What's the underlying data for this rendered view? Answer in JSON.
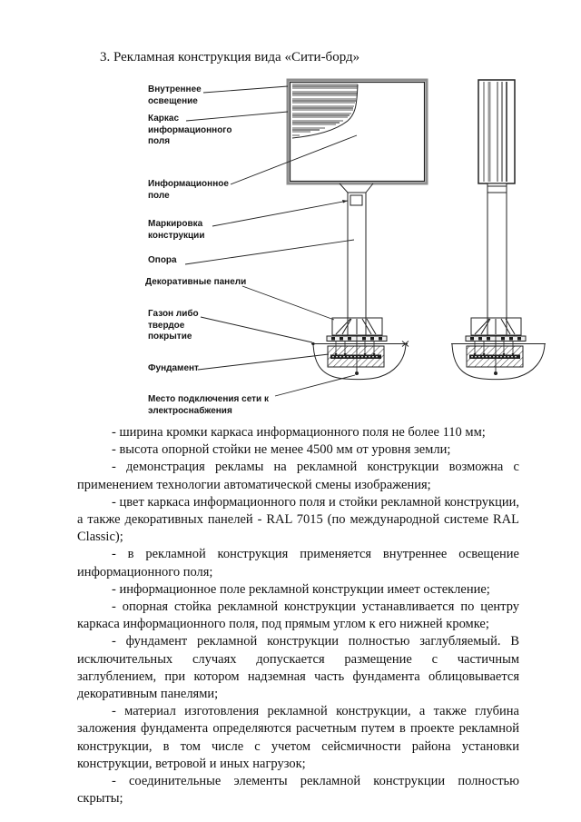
{
  "document": {
    "title": "3. Рекламная конструкция вида «Сити-борд»",
    "diagram": {
      "views": [
        "front-view",
        "side-view"
      ],
      "labels": {
        "internal_lighting": "Внутреннее\nосвещение",
        "frame": "Каркас\nинформационного\nполя",
        "info_field": "Информационное\nполе",
        "marking": "Маркировка\nконструкции",
        "support": "Опора",
        "decorative_panels": "Декоративные панели",
        "lawn": "Газон либо\nтвердое\nпокрытие",
        "foundation": "Фундамент",
        "power_connection": "Место подключения сети к\nэлектроснабжения"
      }
    },
    "specs": [
      "- ширина кромки каркаса информационного поля не более 110 мм;",
      "- высота опорной стойки не менее 4500 мм от уровня земли;",
      "- демонстрация рекламы на рекламной конструкции возможна с применением технологии автоматической смены изображения;",
      "- цвет каркаса информационного поля и стойки рекламной конструкции, а также декоративных панелей - RAL 7015 (по международной системе RAL Classic);",
      "- в рекламной конструкция применяется внутреннее освещение информационного поля;",
      "- информационное поле рекламной конструкции имеет остекление;",
      "- опорная стойка рекламной конструкции устанавливается по центру каркаса информационного поля, под прямым углом к его нижней кромке;",
      "- фундамент рекламной конструкции полностью заглубляемый. В исключительных случаях допускается размещение с частичным заглублением, при котором надземная часть фундамента облицовывается декоративным панелями;",
      "- материал изготовления рекламной конструкции, а также глубина заложения фундамента определяются расчетным путем в проекте рекламной конструкции, в том числе с учетом сейсмичности района установки конструкции, ветровой и иных нагрузок;",
      "- соединительные элементы рекламной конструкции полностью скрыты;"
    ],
    "colors": {
      "line": "#222222",
      "shade": "#9a9a9a",
      "dark_band": "#1c1c1c"
    }
  }
}
